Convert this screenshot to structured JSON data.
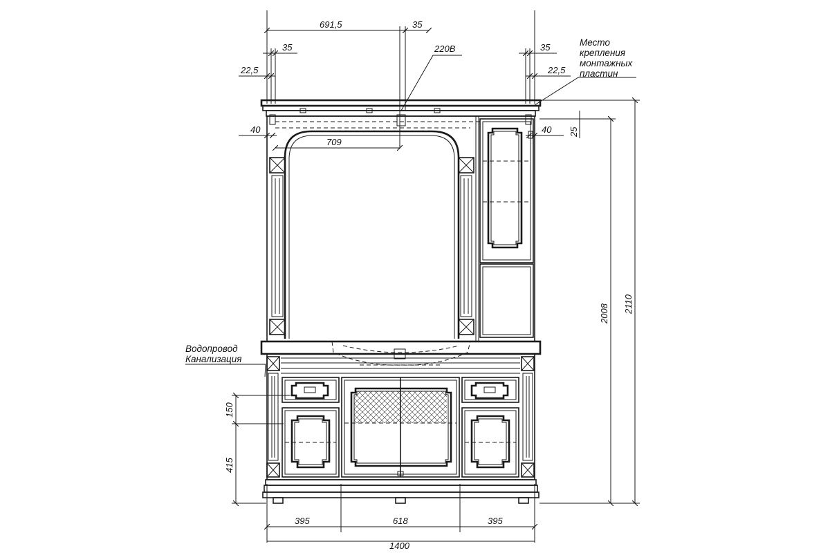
{
  "dimensions": {
    "d_691_5": "691,5",
    "d_35_top": "35",
    "d_220v": "220В",
    "d_35_left": "35",
    "d_22_5_left": "22,5",
    "d_35_right": "35",
    "d_22_5_right": "22,5",
    "d_40_left": "40",
    "d_709": "709",
    "d_40_right": "40",
    "d_25": "25",
    "d_2008": "2008",
    "d_2110": "2110",
    "d_150": "150",
    "d_415": "415",
    "d_395_left": "395",
    "d_618": "618",
    "d_395_right": "395",
    "d_1400": "1400"
  },
  "notes": {
    "mounting_line1": "Место",
    "mounting_line2": "крепления",
    "mounting_line3": "монтажных",
    "mounting_line4": "пластин",
    "plumbing_line1": "Водопровод",
    "plumbing_line2": "Канализация"
  }
}
